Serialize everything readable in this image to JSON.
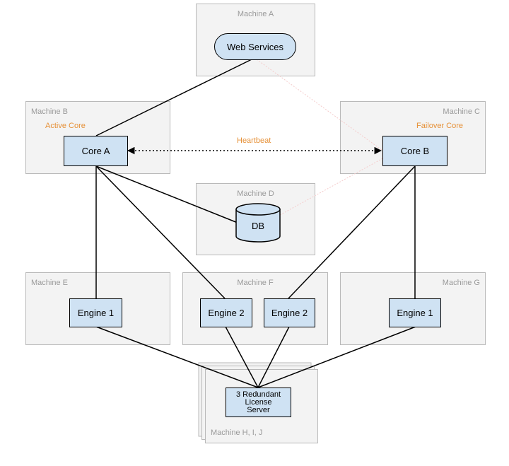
{
  "machines": {
    "a": {
      "label": "Machine A"
    },
    "b": {
      "label": "Machine B",
      "role": "Active Core"
    },
    "c": {
      "label": "Machine C",
      "role": "Failover Core"
    },
    "d": {
      "label": "Machine D"
    },
    "e": {
      "label": "Machine E"
    },
    "f": {
      "label": "Machine F"
    },
    "g": {
      "label": "Machine G"
    },
    "hij": {
      "label": "Machine H, I, J"
    }
  },
  "nodes": {
    "web_services": "Web Services",
    "core_a": "Core A",
    "core_b": "Core B",
    "db": "DB",
    "engine_e": "Engine 1",
    "engine_f1": "Engine 2",
    "engine_f2": "Engine 2",
    "engine_g": "Engine 1",
    "license_server": [
      "3 Redundant",
      "License",
      "Server"
    ]
  },
  "edges": {
    "heartbeat_label": "Heartbeat"
  },
  "colors": {
    "machine_fill": "#f3f3f3",
    "machine_border": "#b9b9b9",
    "node_fill": "#cfe2f3",
    "role_text": "#e69138",
    "standby_link": "#f4cccc"
  }
}
